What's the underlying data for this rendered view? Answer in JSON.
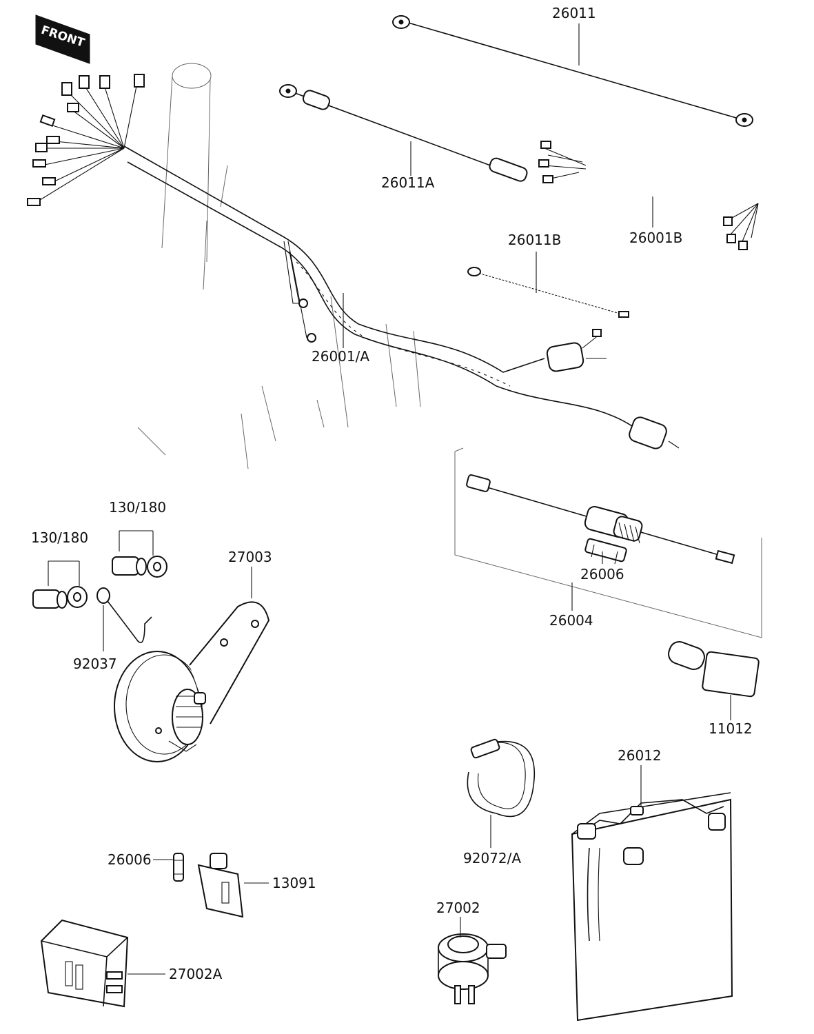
{
  "badge": {
    "front": "FRONT"
  },
  "labels": {
    "p26011": "26011",
    "p26011A": "26011A",
    "p26001B": "26001B",
    "p26011B": "26011B",
    "p26001A": "26001/A",
    "p130_180_a": "130/180",
    "p130_180_b": "130/180",
    "p27003": "27003",
    "p92037": "92037",
    "p26006_a": "26006",
    "p26004": "26004",
    "p11012": "11012",
    "p26012": "26012",
    "p92072A": "92072/A",
    "p26006_b": "26006",
    "p13091": "13091",
    "p27002": "27002",
    "p27002A": "27002A"
  }
}
